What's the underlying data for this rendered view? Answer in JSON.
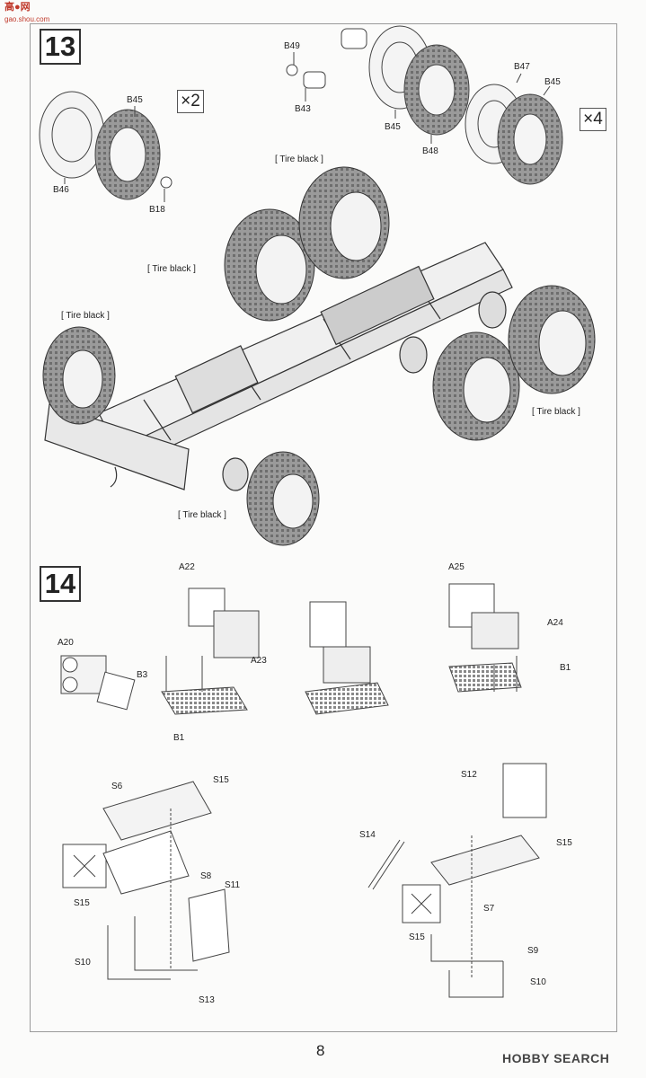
{
  "watermark": {
    "site_cn": "高●网",
    "site_url": "gao.shou.com"
  },
  "steps": [
    {
      "number": "13",
      "multipliers": [
        "×2",
        "×4"
      ]
    },
    {
      "number": "14"
    }
  ],
  "step13_labels": {
    "b49": "B49",
    "b43": "B43",
    "b45_top": "B45",
    "b48": "B48",
    "b47": "B47",
    "b45_right": "B45",
    "b45_left": "B45",
    "b46": "B46",
    "b18": "B18"
  },
  "tire_labels": {
    "t1": "[ Tire black ]",
    "t2": "[ Tire black ]",
    "t3": "[ Tire black ]",
    "t4": "[ Tire black ]",
    "t5": "[ Tire black ]"
  },
  "step14_labels": {
    "a22": "A22",
    "a20": "A20",
    "b3": "B3",
    "a23": "A23",
    "b1_left": "B1",
    "a25": "A25",
    "a24": "A24",
    "b1_right": "B1",
    "s6": "S6",
    "s15_a": "S15",
    "s15_b": "S15",
    "s8": "S8",
    "s11": "S11",
    "s10_a": "S10",
    "s13": "S13",
    "s12": "S12",
    "s14": "S14",
    "s15_c": "S15",
    "s7": "S7",
    "s15_d": "S15",
    "s9": "S9",
    "s10_b": "S10"
  },
  "footer": {
    "page": "8",
    "source": "HOBBY SEARCH"
  }
}
